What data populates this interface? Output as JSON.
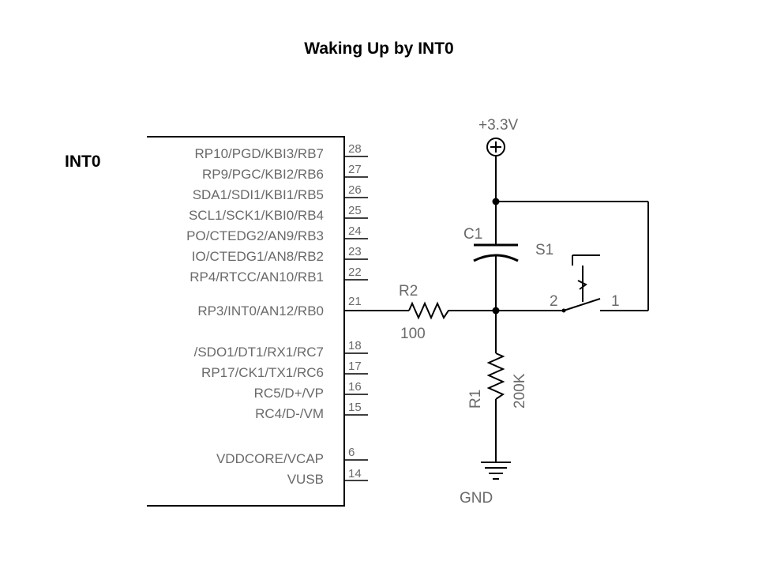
{
  "title": "Waking Up by INT0",
  "side_label": "INT0",
  "chip": {
    "pins": [
      {
        "name": "RP10/PGD/KBI3/RB7",
        "num": "28"
      },
      {
        "name": "RP9/PGC/KBI2/RB6",
        "num": "27"
      },
      {
        "name": "SDA1/SDI1/KBI1/RB5",
        "num": "26"
      },
      {
        "name": "SCL1/SCK1/KBI0/RB4",
        "num": "25"
      },
      {
        "name": "PO/CTEDG2/AN9/RB3",
        "num": "24"
      },
      {
        "name": "IO/CTEDG1/AN8/RB2",
        "num": "23"
      },
      {
        "name": "RP4/RTCC/AN10/RB1",
        "num": "22"
      },
      {
        "name": "RP3/INT0/AN12/RB0",
        "num": "21"
      },
      {
        "name": "/SDO1/DT1/RX1/RC7",
        "num": "18"
      },
      {
        "name": "RP17/CK1/TX1/RC6",
        "num": "17"
      },
      {
        "name": "RC5/D+/VP",
        "num": "16"
      },
      {
        "name": "RC4/D-/VM",
        "num": "15"
      },
      {
        "name": "VDDCORE/VCAP",
        "num": "6"
      },
      {
        "name": "VUSB",
        "num": "14"
      }
    ]
  },
  "components": {
    "power": "+3.3V",
    "ground": "GND",
    "c1": "C1",
    "s1": "S1",
    "s1_pin2": "2",
    "s1_pin1": "1",
    "r2": "R2",
    "r2_value": "100",
    "r1": "R1",
    "r1_value": "200K"
  },
  "colors": {
    "wire": "#000000",
    "component": "#000000",
    "text": "#6a6a6a",
    "title": "#000000"
  }
}
